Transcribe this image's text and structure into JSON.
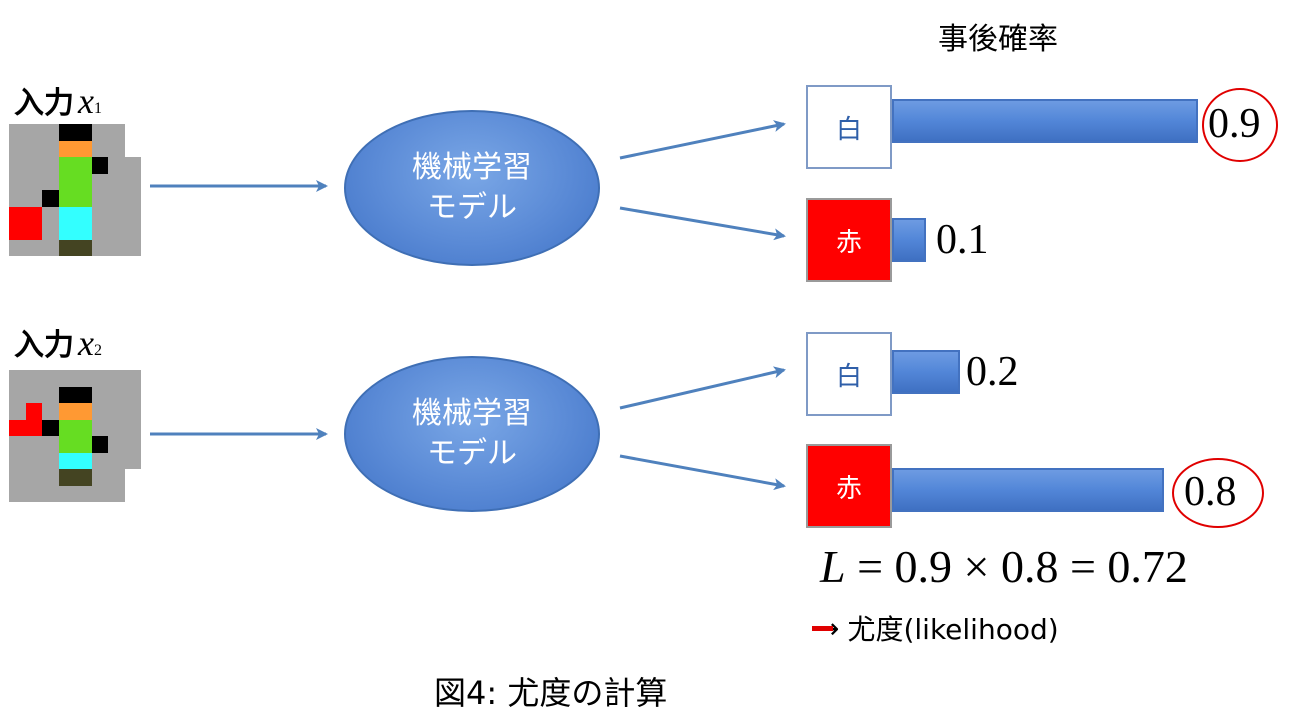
{
  "header": {
    "title": "事後確率"
  },
  "inputs": [
    {
      "label": "入力",
      "var": "x",
      "sub": "1"
    },
    {
      "label": "入力",
      "var": "x",
      "sub": "2"
    }
  ],
  "models": [
    {
      "line1": "機械学習",
      "line2": "モデル"
    },
    {
      "line1": "機械学習",
      "line2": "モデル"
    }
  ],
  "classes": {
    "white": "白",
    "red": "赤"
  },
  "probabilities": [
    {
      "white": 0.9,
      "red": 0.1
    },
    {
      "white": 0.2,
      "red": 0.8
    }
  ],
  "probability_labels": {
    "r1_white": "0.9",
    "r1_red": "0.1",
    "r2_white": "0.2",
    "r2_red": "0.8"
  },
  "formula": {
    "L": "L",
    "rest": " = 0.9 × 0.8 = 0.72"
  },
  "legend": {
    "arrow": "→",
    "text": "尤度(likelihood)"
  },
  "caption": "図4: 尤度の計算",
  "colors": {
    "grey": "#a6a6a6",
    "black": "#000000",
    "orange": "#ff9933",
    "green": "#66dd22",
    "cyan": "#33ffff",
    "olive": "#444422",
    "red": "#ff0000",
    "white": "#ffffff",
    "accent_blue": "#4f81bd",
    "circle_red": "#e00000"
  },
  "images": [
    {
      "pixels": [
        [
          "G",
          "G",
          "G",
          "K",
          "K",
          "G",
          "G",
          "_"
        ],
        [
          "G",
          "G",
          "G",
          "O",
          "O",
          "G",
          "G",
          "_"
        ],
        [
          "G",
          "G",
          "G",
          "N",
          "N",
          "K",
          "G",
          "G"
        ],
        [
          "G",
          "G",
          "G",
          "N",
          "N",
          "G",
          "G",
          "G"
        ],
        [
          "G",
          "G",
          "K",
          "N",
          "N",
          "G",
          "G",
          "G"
        ],
        [
          "R",
          "R",
          "G",
          "C",
          "C",
          "G",
          "G",
          "G"
        ],
        [
          "R",
          "R",
          "G",
          "C",
          "C",
          "G",
          "G",
          "G"
        ],
        [
          "G",
          "G",
          "G",
          "D",
          "D",
          "G",
          "G",
          "G"
        ]
      ]
    },
    {
      "pixels": [
        [
          "G",
          "G",
          "G",
          "G",
          "G",
          "G",
          "G",
          "G"
        ],
        [
          "G",
          "G",
          "G",
          "K",
          "K",
          "G",
          "G",
          "G"
        ],
        [
          "G",
          "R",
          "G",
          "O",
          "O",
          "G",
          "G",
          "G"
        ],
        [
          "R",
          "R",
          "K",
          "N",
          "N",
          "G",
          "G",
          "G"
        ],
        [
          "G",
          "G",
          "G",
          "N",
          "N",
          "K",
          "G",
          "G"
        ],
        [
          "G",
          "G",
          "G",
          "C",
          "C",
          "G",
          "G",
          "G"
        ],
        [
          "G",
          "G",
          "G",
          "D",
          "D",
          "G",
          "G",
          "_"
        ],
        [
          "G",
          "G",
          "G",
          "G",
          "G",
          "G",
          "G",
          "_"
        ]
      ]
    }
  ]
}
